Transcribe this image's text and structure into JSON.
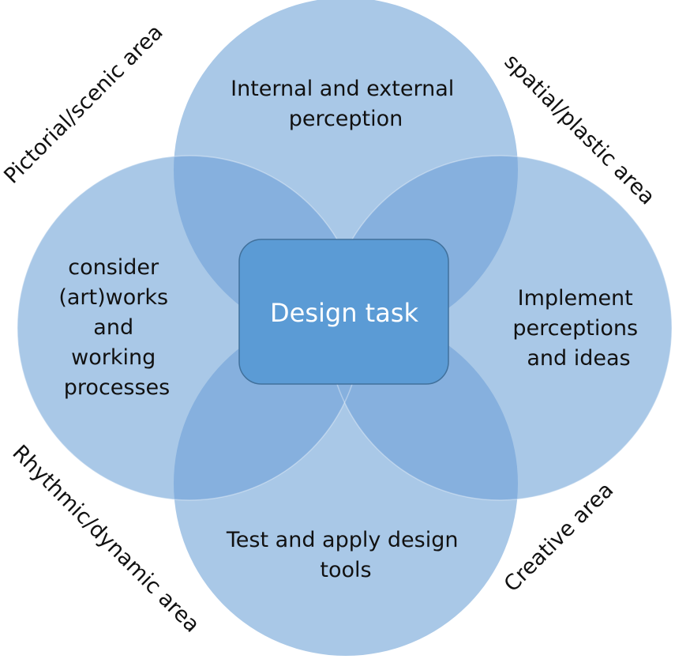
{
  "colors": {
    "circle_fill": "#a9c8e7",
    "overlap_fill": "#86b0de",
    "center_fill": "#5b9bd5",
    "center_stroke": "#41719c",
    "center_text": "#ffffff",
    "label_text": "#111111"
  },
  "center": {
    "label": "Design task"
  },
  "circles": {
    "top": {
      "lines": [
        "Internal and external",
        "perception"
      ]
    },
    "left": {
      "lines": [
        "consider",
        "(art)works",
        "and",
        "working",
        "processes"
      ]
    },
    "right": {
      "lines": [
        "Implement",
        "perceptions",
        "and ideas"
      ]
    },
    "bottom": {
      "lines": [
        "Test and apply design",
        "tools"
      ]
    }
  },
  "areas": {
    "top_left": "Pictorial/scenic area",
    "top_right": "spatial/plastic area",
    "bottom_left": "Rhythmic/dynamic area",
    "bottom_right": "Creative area"
  }
}
